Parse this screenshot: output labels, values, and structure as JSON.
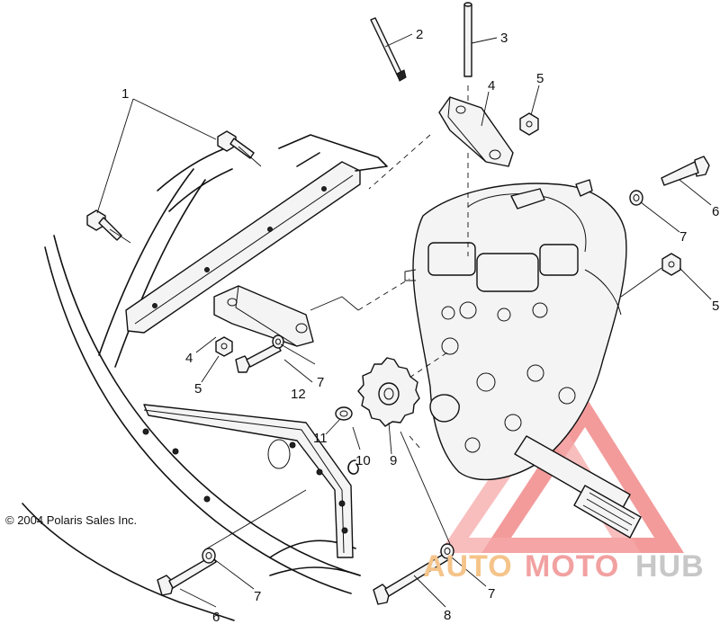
{
  "copyright": "© 2004 Polaris Sales Inc.",
  "watermark": {
    "auto": "AUTO",
    "moto": "MOTO",
    "hub": "HUB",
    "colors": {
      "auto": "#f5c48a",
      "moto": "#f2a1a1",
      "hub": "#c7c7c7",
      "logo": "#f28a8a"
    }
  },
  "callouts": {
    "c1": "1",
    "c2": "2",
    "c3": "3",
    "c4a": "4",
    "c4b": "4",
    "c5a": "5",
    "c5b": "5",
    "c5c": "5",
    "c6a": "6",
    "c6b": "6",
    "c7a": "7",
    "c7b": "7",
    "c7c": "7",
    "c7d": "7",
    "c8": "8",
    "c9": "9",
    "c10": "10",
    "c11": "11",
    "c12": "12"
  }
}
